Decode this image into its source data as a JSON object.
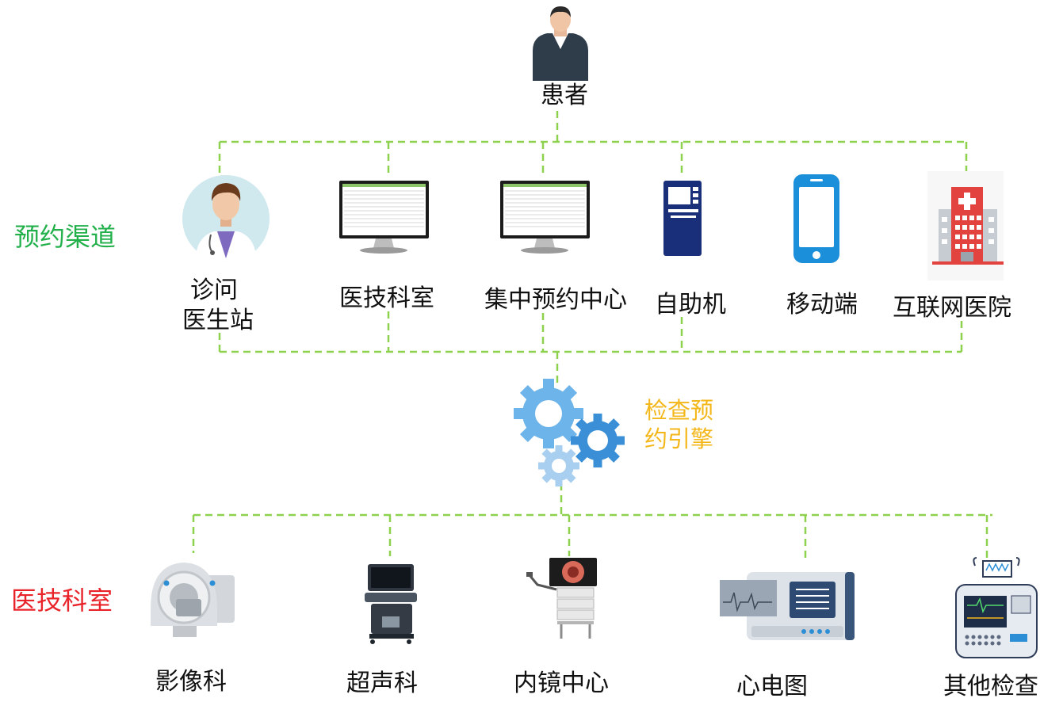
{
  "patient": {
    "label": "患者",
    "icon": "patient-icon"
  },
  "side_labels": {
    "channels": {
      "text": "预约渠道",
      "color": "#22b04b"
    },
    "departments": {
      "text": "医技科室",
      "color": "#e8232a"
    }
  },
  "channels": [
    {
      "lines": [
        "诊问",
        "医生站"
      ],
      "icon": "doctor-icon"
    },
    {
      "lines": [
        "医技科室"
      ],
      "icon": "monitor-icon"
    },
    {
      "lines": [
        "集中预约中心"
      ],
      "icon": "monitor-icon"
    },
    {
      "lines": [
        "自助机"
      ],
      "icon": "kiosk-icon"
    },
    {
      "lines": [
        "移动端"
      ],
      "icon": "mobile-phone-icon"
    },
    {
      "lines": [
        "互联网医院"
      ],
      "icon": "hospital-icon"
    }
  ],
  "engine": {
    "lines": [
      "检查预",
      "约引擎"
    ],
    "icon": "gears-icon",
    "color": "#f4b71a"
  },
  "departments": [
    {
      "label": "影像科",
      "icon": "ct-scanner-icon"
    },
    {
      "label": "超声科",
      "icon": "ultrasound-machine-icon"
    },
    {
      "label": "内镜中心",
      "icon": "endoscopy-tower-icon"
    },
    {
      "label": "心电图",
      "icon": "ecg-machine-icon"
    },
    {
      "label": "其他检查",
      "icon": "patient-monitor-icon"
    }
  ],
  "colors": {
    "connector": "#8ed14f",
    "gear_light": "#6cb4ea",
    "gear_dark": "#3a8fd6"
  }
}
